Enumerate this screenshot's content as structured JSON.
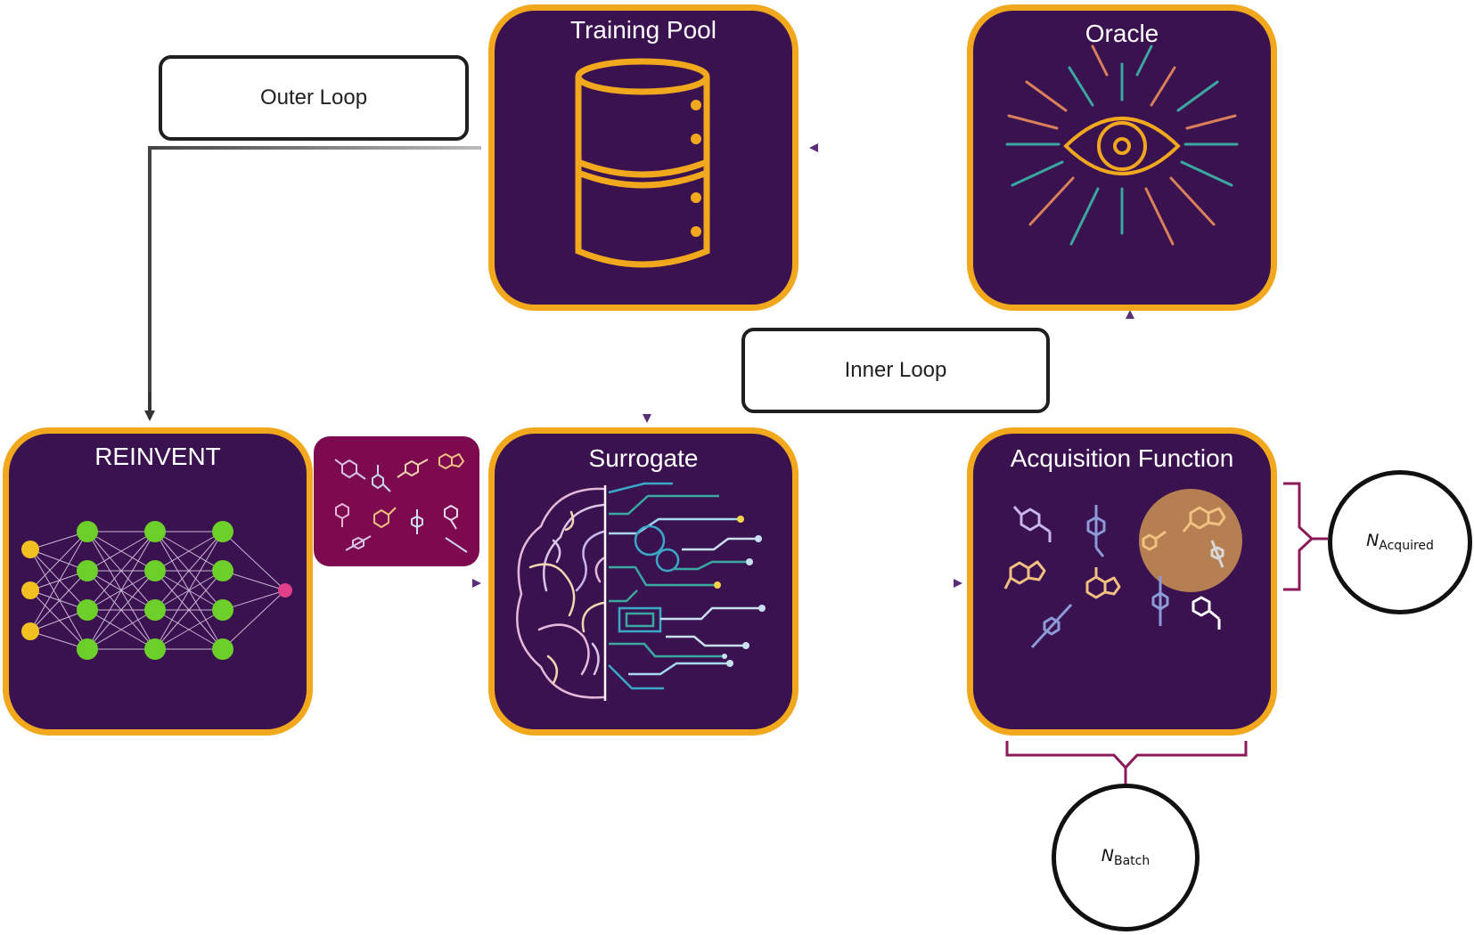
{
  "outer_loop": {
    "label": "Outer Loop"
  },
  "inner_loop": {
    "label": "Inner Loop"
  },
  "panels": {
    "training_pool": {
      "title": "Training Pool",
      "icon": "database-icon"
    },
    "oracle": {
      "title": "Oracle",
      "icon": "eye-icon"
    },
    "reinvent": {
      "title": "REINVENT",
      "icon": "neural-network-icon"
    },
    "surrogate": {
      "title": "Surrogate",
      "icon": "brain-circuit-icon"
    },
    "acquisition": {
      "title": "Acquisition Function",
      "icon": "molecules-icon"
    }
  },
  "n_acquired": {
    "symbol": "N",
    "subscript": "Acquired"
  },
  "n_batch": {
    "symbol": "N",
    "subscript": "Batch"
  },
  "colors": {
    "panel_bg": "#3b1250",
    "panel_border": "#f2a81d",
    "arrow_purple": "#5b2d78",
    "tray": "#7d0a4f",
    "bracket": "#8b1a5a"
  }
}
